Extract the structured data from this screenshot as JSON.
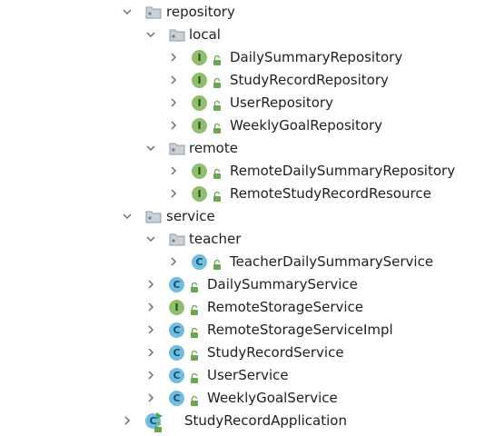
{
  "tree": {
    "repository": {
      "label": "repository"
    },
    "local": {
      "label": "local"
    },
    "local_items": [
      {
        "label": "DailySummaryRepository",
        "kind": "interface",
        "badge": "I"
      },
      {
        "label": "StudyRecordRepository",
        "kind": "interface",
        "badge": "I"
      },
      {
        "label": "UserRepository",
        "kind": "interface",
        "badge": "I"
      },
      {
        "label": "WeeklyGoalRepository",
        "kind": "interface",
        "badge": "I"
      }
    ],
    "remote": {
      "label": "remote"
    },
    "remote_items": [
      {
        "label": "RemoteDailySummaryRepository",
        "kind": "interface",
        "badge": "I"
      },
      {
        "label": "RemoteStudyRecordResource",
        "kind": "interface",
        "badge": "I"
      }
    ],
    "service": {
      "label": "service"
    },
    "teacher": {
      "label": "teacher"
    },
    "teacher_items": [
      {
        "label": "TeacherDailySummaryService",
        "kind": "class",
        "badge": "C"
      }
    ],
    "service_items": [
      {
        "label": "DailySummaryService",
        "kind": "class",
        "badge": "C"
      },
      {
        "label": "RemoteStorageService",
        "kind": "interface",
        "badge": "I"
      },
      {
        "label": "RemoteStorageServiceImpl",
        "kind": "class",
        "badge": "C"
      },
      {
        "label": "StudyRecordService",
        "kind": "class",
        "badge": "C"
      },
      {
        "label": "UserService",
        "kind": "class",
        "badge": "C"
      },
      {
        "label": "WeeklyGoalService",
        "kind": "class",
        "badge": "C"
      }
    ],
    "application": {
      "label": "StudyRecordApplication",
      "kind": "application-class",
      "badge": "C"
    }
  },
  "colors": {
    "interface_badge": "#8fbf6d",
    "class_badge": "#6fbde0",
    "lock": "#6aa84f",
    "chevron": "#6e6e6e",
    "folder": "#9aa7b0",
    "run_mark": "#4aa84a"
  },
  "icons": {
    "expanded": "chevron-down-icon",
    "collapsed": "chevron-right-icon",
    "package": "package-folder-icon",
    "visibility": "public-lock-icon"
  }
}
